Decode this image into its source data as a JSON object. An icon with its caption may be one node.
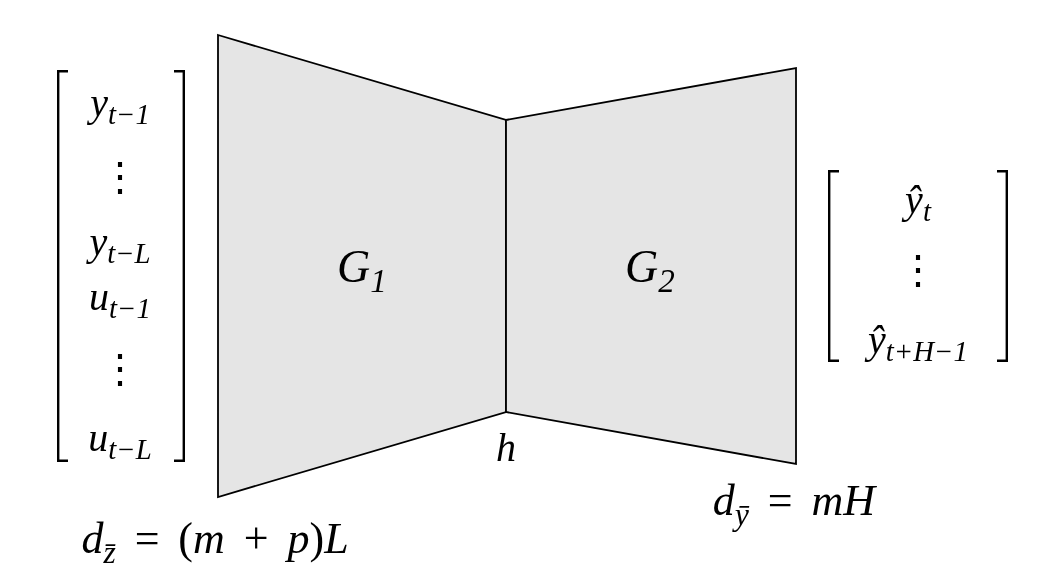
{
  "diagram": {
    "nodes": [
      {
        "text": [
          "*y*$_{t−1}$",
          "⋮",
          "*y*$_{t−L}$",
          "*u*$_{t−1}$",
          "⋮",
          "*u*$_{t−L}$"
        ]
      },
      {
        "text": [
          "*G*$_{1}$"
        ]
      },
      {
        "text": [
          "*G*$_{2}$"
        ]
      },
      {
        "text": [
          "*ŷ*$_{t}$",
          "⋮",
          "*ŷ*$_{t+H−1}$"
        ]
      }
    ],
    "labels": [
      "h",
      "*d*$_{z̄}$ = (*m* + *p*)*L*",
      "*d*$_{ȳ}$ = *mH*"
    ]
  }
}
